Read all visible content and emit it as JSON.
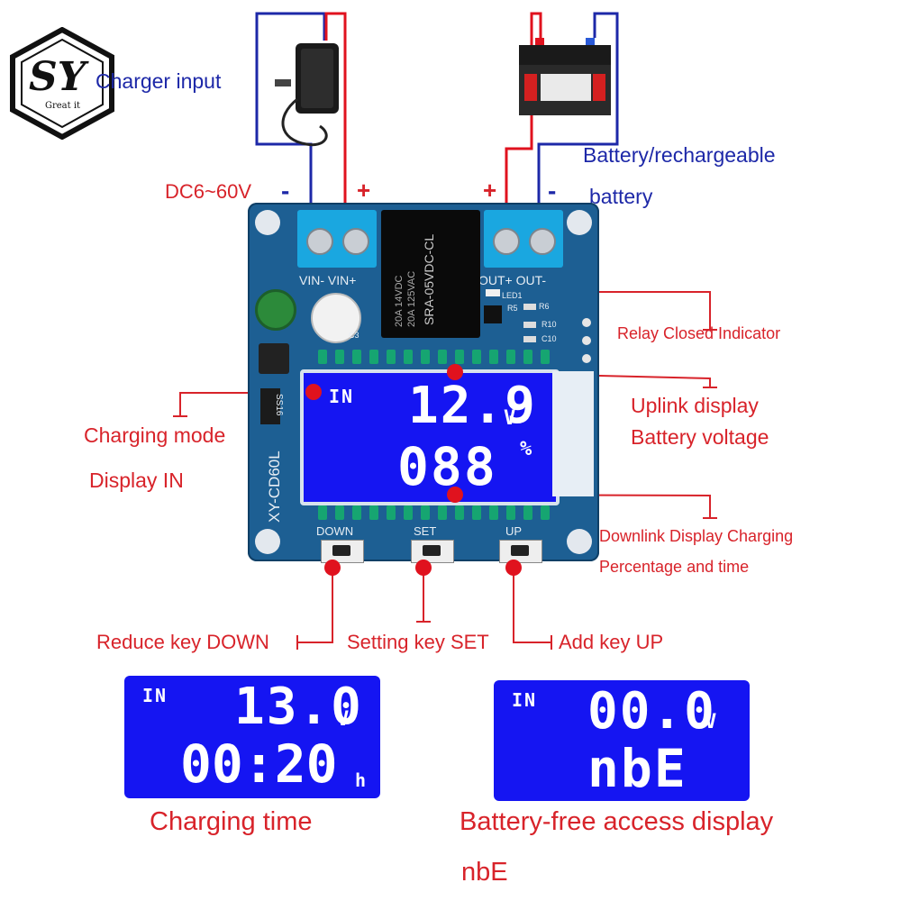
{
  "logo": {
    "letters": "SY",
    "tagline": "Great it"
  },
  "labels": {
    "charger_input": "Charger input",
    "dc_range": "DC6~60V",
    "minus_left": "-",
    "plus_left": "+",
    "plus_right": "+",
    "minus_right": "-",
    "battery_line1": "Battery/rechargeable",
    "battery_line2": "battery",
    "relay_indicator": "Relay Closed Indicator",
    "uplink_line1": "Uplink display",
    "uplink_line2": "Battery voltage",
    "charging_mode_line1": "Charging mode",
    "charging_mode_line2": "Display IN",
    "downlink_line1": "Downlink Display Charging",
    "downlink_line2": "Percentage and time",
    "reduce_key": "Reduce key DOWN",
    "setting_key": "Setting key SET",
    "add_key": "Add key UP",
    "charging_time": "Charging time",
    "battery_free_line1": "Battery-free access display",
    "battery_free_line2": "nbE"
  },
  "board": {
    "model": "XY-CD60L",
    "relay_line1": "SRA-05VDC-CL",
    "relay_line2": "20A 14VDC",
    "relay_line3": "20A 125VAC",
    "vin_label": "VIN- VIN+",
    "out_label": "OUT+ OUT-",
    "btn_down": "DOWN",
    "btn_set": "SET",
    "btn_up": "UP",
    "led_label": "LED1",
    "r6": "R6",
    "r5": "R5",
    "r10": "R10",
    "c10": "C10",
    "c3": "C3",
    "ss16": "SS16",
    "lcd_mode": "IN",
    "lcd_top": "12.9",
    "lcd_top_unit": "V",
    "lcd_bottom": "088",
    "lcd_bottom_unit": "%"
  },
  "display_charging_time": {
    "mode": "IN",
    "top": "13.0",
    "top_unit": "V",
    "bottom": "00:20",
    "bottom_unit": "h"
  },
  "display_no_battery": {
    "mode": "IN",
    "top": "00.0",
    "top_unit": "V",
    "bottom": "nbE"
  },
  "colors": {
    "label_red": "#d8232a",
    "label_blue": "#1d28a8",
    "pcb": "#1d5f93",
    "lcd": "#1515f2"
  }
}
